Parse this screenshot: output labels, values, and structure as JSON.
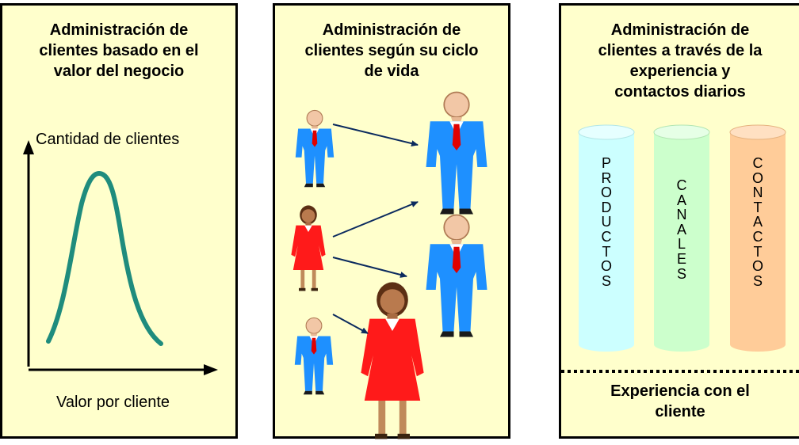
{
  "panels": [
    {
      "title": "Administración de\nclientes basado en el\nvalor del negocio",
      "y_axis_label": "Cantidad de clientes",
      "x_axis_label": "Valor por cliente"
    },
    {
      "title": "Administración de\nclientes según su ciclo\nde vida"
    },
    {
      "title": "Administración de\nclientes a través de la\nexperiencia y\ncontactos diarios",
      "cylinders": [
        {
          "label": "PRODUCTOS",
          "color": "#ccffff"
        },
        {
          "label": "CANALES",
          "color": "#ccffcc"
        },
        {
          "label": "CONTACTOS",
          "color": "#ffcc99"
        }
      ],
      "footer": "Experiencia con el\ncliente"
    }
  ],
  "colors": {
    "panel_bg": "#ffffcc",
    "curve": "#1f8c7d",
    "arrow": "#0b2a5e",
    "man_suit": "#1e90ff",
    "woman_dress": "#ff1a1a"
  }
}
